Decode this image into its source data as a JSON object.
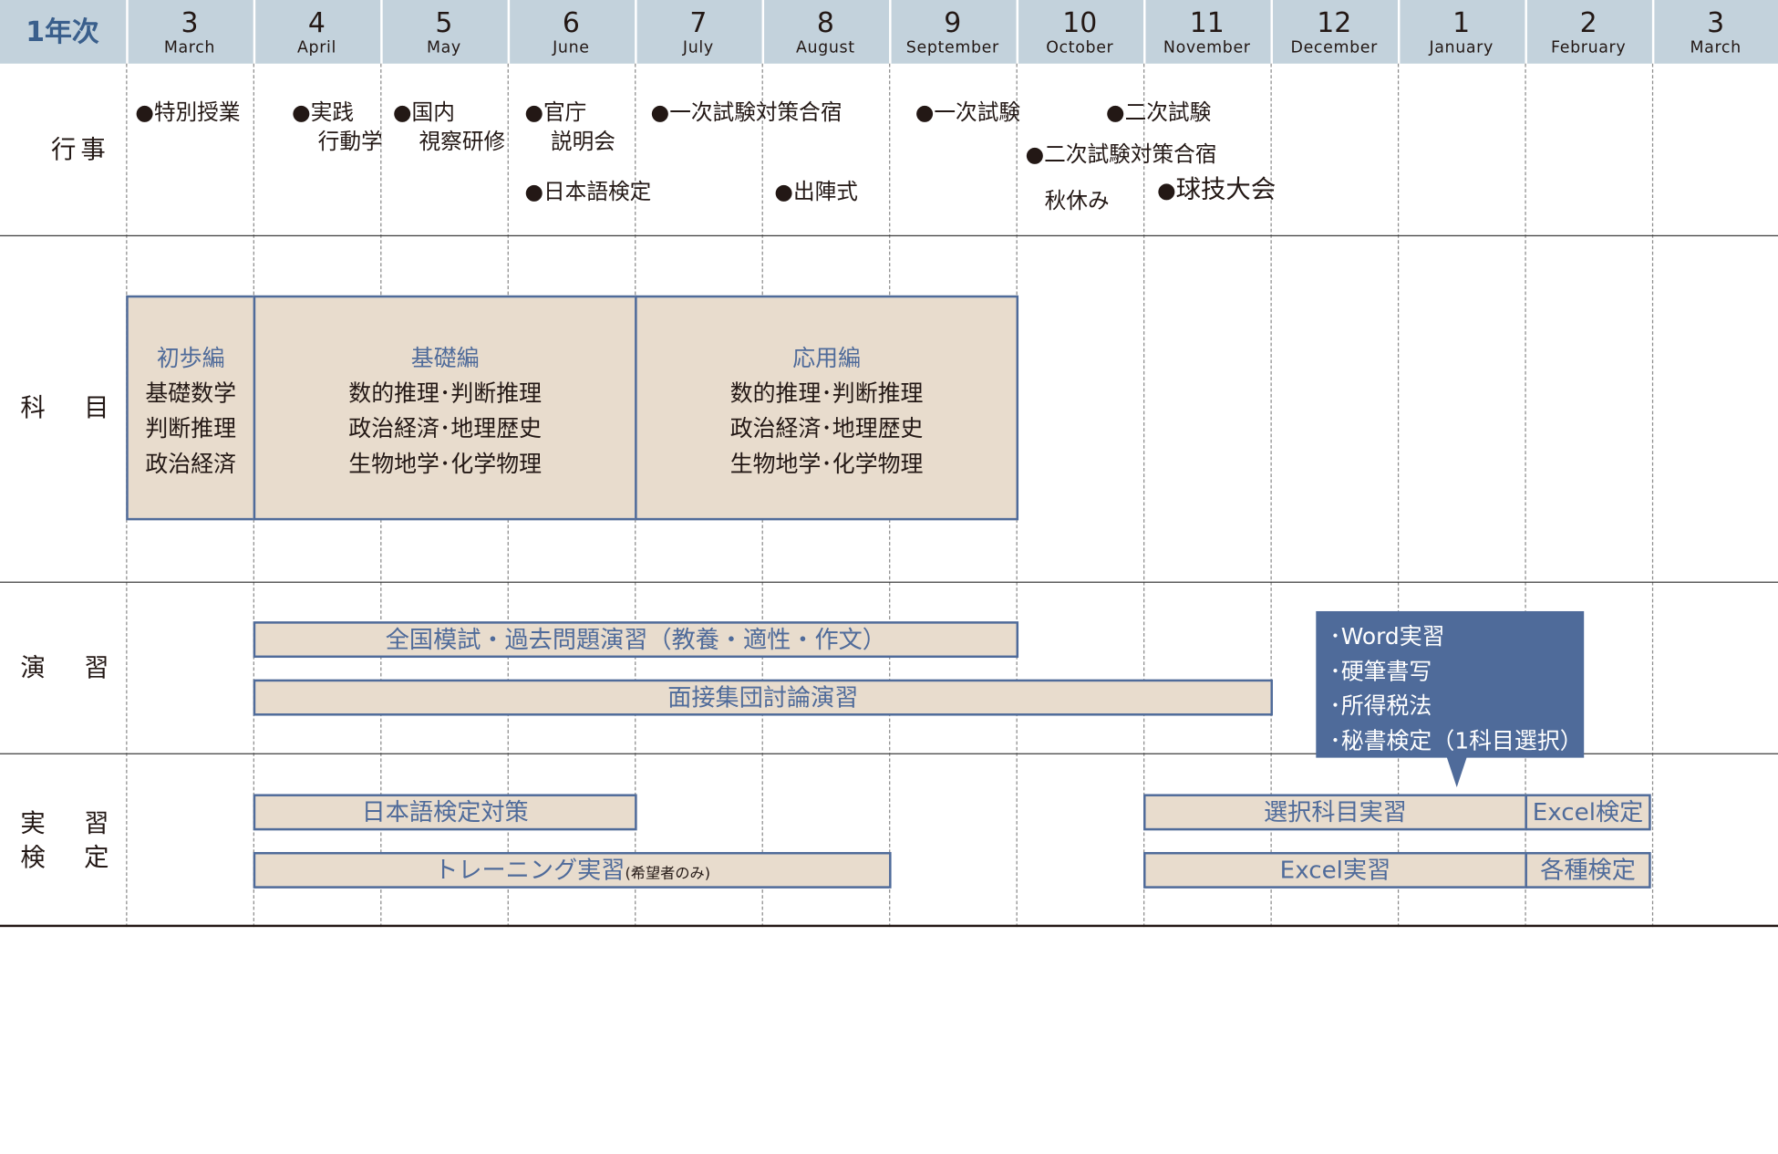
{
  "header": {
    "year_label": "1年次",
    "months": [
      {
        "num": "3",
        "en": "March"
      },
      {
        "num": "4",
        "en": "April"
      },
      {
        "num": "5",
        "en": "May"
      },
      {
        "num": "6",
        "en": "June"
      },
      {
        "num": "7",
        "en": "July"
      },
      {
        "num": "8",
        "en": "August"
      },
      {
        "num": "9",
        "en": "September"
      },
      {
        "num": "10",
        "en": "October"
      },
      {
        "num": "11",
        "en": "November"
      },
      {
        "num": "12",
        "en": "December"
      },
      {
        "num": "1",
        "en": "January"
      },
      {
        "num": "2",
        "en": "February"
      },
      {
        "num": "3",
        "en": "March"
      }
    ]
  },
  "rows": {
    "events": {
      "label1": "行",
      "label2": "事"
    },
    "subjects": {
      "label1": "科",
      "label2": "目"
    },
    "exercises": {
      "label1": "演",
      "label2": "習"
    },
    "practice": {
      "label1": "実",
      "label2": "習",
      "label3": "検",
      "label4": "定"
    }
  },
  "events": {
    "bullet": "●",
    "special_class": "特別授業",
    "practice_action_1": "実践",
    "practice_action_2": "行動学",
    "domestic_1": "国内",
    "domestic_2": "視察研修",
    "gov_1": "官庁",
    "gov_2": "説明会",
    "first_exam_camp": "一次試験対策合宿",
    "first_exam": "一次試験",
    "second_exam": "二次試験",
    "japanese_test": "日本語検定",
    "send_off": "出陣式",
    "second_exam_camp": "二次試験対策合宿",
    "autumn_break": "秋休み",
    "ball_games": "球技大会"
  },
  "subjects": {
    "basic_intro": {
      "title": "初歩編",
      "lines": [
        "基礎数学",
        "判断推理",
        "政治経済"
      ]
    },
    "fundamental": {
      "title": "基礎編",
      "lines": [
        "数的推理･判断推理",
        "政治経済･地理歴史",
        "生物地学･化学物理"
      ]
    },
    "applied": {
      "title": "応用編",
      "lines": [
        "数的推理･判断推理",
        "政治経済･地理歴史",
        "生物地学･化学物理"
      ]
    }
  },
  "exercises": {
    "mock_exam": "全国模試・過去問題演習（教養・適性・作文）",
    "interview": "面接集団討論演習"
  },
  "practice": {
    "japanese_test_prep": "日本語検定対策",
    "training": "トレーニング実習",
    "training_note": "(希望者のみ)",
    "elective": "選択科目実習",
    "excel_test": "Excel検定",
    "excel_practice": "Excel実習",
    "various_tests": "各種検定"
  },
  "callout": {
    "items": [
      "･Word実習",
      "･硬筆書写",
      "･所得税法",
      "･秘書検定（1科目選択）"
    ]
  },
  "colors": {
    "header_bg": "#c3d2dc",
    "year_label": "#3a5f8c",
    "box_fill": "#e8dccd",
    "box_border": "#4f6b9a",
    "callout_bg": "#4f6b9a"
  }
}
